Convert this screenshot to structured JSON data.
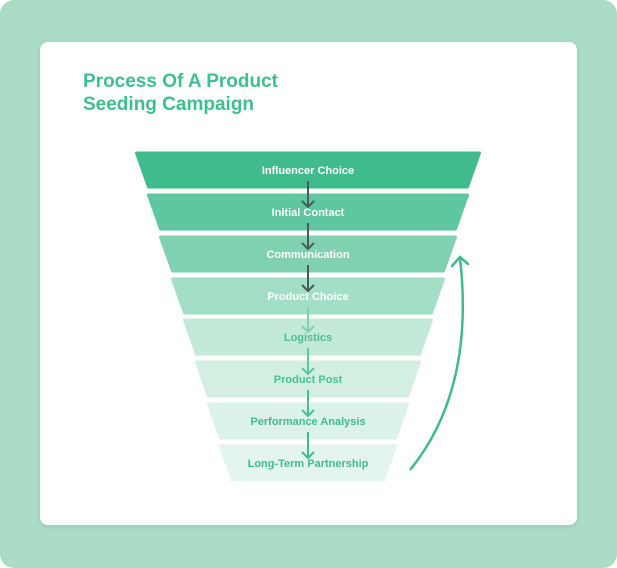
{
  "title": {
    "line1": "Process Of A Product",
    "line2": "Seeding Campaign"
  },
  "colors": {
    "background": "#aadcc6",
    "card": "#ffffff",
    "accent": "#3fbf8d"
  },
  "steps": [
    {
      "label": "Influencer Choice",
      "fill": "#3fbb8c",
      "text": "#ffffff",
      "arrow": "#4a5a55"
    },
    {
      "label": "Initial Contact",
      "fill": "#5fc79f",
      "text": "#ffffff",
      "arrow": "#4a5a55"
    },
    {
      "label": "Communication",
      "fill": "#7fd1b0",
      "text": "#ffffff",
      "arrow": "#4a5a55"
    },
    {
      "label": "Product Choice",
      "fill": "#a3dec6",
      "text": "#ffffff",
      "arrow": "#7fd1b0"
    },
    {
      "label": "Logistics",
      "fill": "#c3e9d9",
      "text": "#4cbf92",
      "arrow": "#5fc79f"
    },
    {
      "label": "Product Post",
      "fill": "#d2efe2",
      "text": "#4cbf92",
      "arrow": "#4cbf92"
    },
    {
      "label": "Performance Analysis",
      "fill": "#dbf2e8",
      "text": "#3fbb8c",
      "arrow": "#3fbb8c"
    },
    {
      "label": "Long-Term Partnership",
      "fill": "#e3f5ed",
      "text": "#3fbb8c",
      "arrow": null
    }
  ],
  "return_arrow": {
    "from": "Long-Term Partnership",
    "to": "Communication",
    "color": "#3fbb8c"
  }
}
